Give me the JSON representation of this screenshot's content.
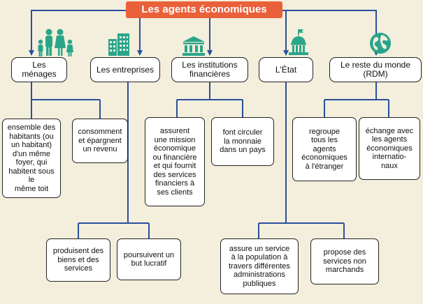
{
  "title": "Les agents économiques",
  "categories": {
    "menages": "Les ménages",
    "entreprises": "Les entreprises",
    "institutions": "Les institutions\nfinancières",
    "etat": "L'État",
    "rdm": "Le reste du monde\n(RDM)"
  },
  "descriptions": {
    "menages_def": "ensemble des\nhabitants (ou\nun habitant)\nd'un même\nfoyer, qui\nhabitent sous le\nmême toit",
    "menages_role": "consomment\net épargnent\nun revenu",
    "institutions_role": "assurent\nune mission\néconomique\nou financière\net qui fournit\ndes services\nfinanciers à\nses clients",
    "institutions_money": "font circuler\nla monnaie\ndans un pays",
    "rdm_def": "regroupe\ntous les\nagents\néconomiques\nà l'étranger",
    "rdm_role": "échange avec\nles agents\néconomiques\ninternatio-\nnaux",
    "entreprises_produce": "produisent des\nbiens et des\nservices",
    "entreprises_goal": "poursuivent un\nbut lucratif",
    "etat_service": "assure un service\nà la population à\ntravers différentes\nadministrations\npubliques",
    "etat_offer": "propose des\nservices non\nmarchands"
  },
  "icons": [
    "family-icon",
    "building-icon",
    "bank-icon",
    "capitol-icon",
    "globe-icon"
  ],
  "colors": {
    "title_bg": "#e9603a",
    "line": "#2a4f9c",
    "icon_green": "#2aa58a",
    "background": "#f3efdc"
  }
}
